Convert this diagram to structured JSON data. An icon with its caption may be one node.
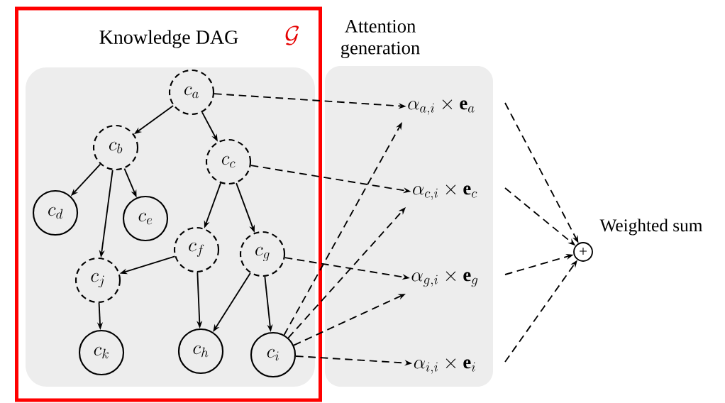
{
  "diagram": {
    "nodes": [
      {
        "text": [
          "Knowledge DAG",
          "\\mathcal{G}"
        ]
      },
      {
        "text": [],
        "shape": "box",
        "in": 0
      },
      {
        "text": [
          "c_{a}"
        ],
        "in": 1
      },
      {
        "text": [
          "c_{b}"
        ],
        "in": 1
      },
      {
        "text": [
          "c_{c}"
        ],
        "in": 1
      },
      {
        "text": [
          "c_{d}"
        ],
        "in": 1
      },
      {
        "text": [
          "c_{e}"
        ],
        "in": 1
      },
      {
        "text": [
          "c_{f}"
        ],
        "in": 1
      },
      {
        "text": [
          "c_{g}"
        ],
        "in": 1
      },
      {
        "text": [
          "c_{j}"
        ],
        "in": 1
      },
      {
        "text": [
          "c_{k}"
        ],
        "in": 1
      },
      {
        "text": [
          "c_{h}"
        ],
        "in": 1
      },
      {
        "text": [
          "c_{i}"
        ],
        "in": 1
      },
      {
        "text": [
          "Attention generation"
        ]
      },
      {
        "text": [
          "\\alpha_{a,i} \\times \\mathbf{e}_{a}"
        ],
        "in": 13
      },
      {
        "text": [
          "\\alpha_{c,i} \\times \\mathbf{e}_{c}"
        ],
        "in": 13
      },
      {
        "text": [
          "\\alpha_{g,i} \\times \\mathbf{e}_{g}"
        ],
        "in": 13
      },
      {
        "text": [
          "\\alpha_{i,i} \\times \\mathbf{e}_{i}"
        ],
        "in": 13
      },
      {
        "text": [
          "+"
        ],
        "beside": [
          "Weighted sum"
        ]
      }
    ],
    "edges": [
      {
        "from": 2,
        "to": 3,
        "arrow": "to"
      },
      {
        "from": 2,
        "to": 4,
        "arrow": "to"
      },
      {
        "from": 3,
        "to": 5,
        "arrow": "to"
      },
      {
        "from": 3,
        "to": 6,
        "arrow": "to"
      },
      {
        "from": 3,
        "to": 9,
        "arrow": "to"
      },
      {
        "from": 4,
        "to": 7,
        "arrow": "to"
      },
      {
        "from": 4,
        "to": 8,
        "arrow": "to"
      },
      {
        "from": 7,
        "to": 9,
        "arrow": "to"
      },
      {
        "from": 7,
        "to": 11,
        "arrow": "to"
      },
      {
        "from": 8,
        "to": 11,
        "arrow": "to"
      },
      {
        "from": 8,
        "to": 12,
        "arrow": "to"
      },
      {
        "from": 9,
        "to": 10,
        "arrow": "to"
      },
      {
        "from": 2,
        "to": 14,
        "arrow": "to",
        "style": "dashed"
      },
      {
        "from": 4,
        "to": 15,
        "arrow": "to",
        "style": "dashed"
      },
      {
        "from": 8,
        "to": 16,
        "arrow": "to",
        "style": "dashed"
      },
      {
        "from": 12,
        "to": 17,
        "arrow": "to",
        "style": "dashed"
      },
      {
        "from": 12,
        "to": 14,
        "arrow": "to",
        "style": "dashed"
      },
      {
        "from": 12,
        "to": 15,
        "arrow": "to",
        "style": "dashed"
      },
      {
        "from": 12,
        "to": 16,
        "arrow": "to",
        "style": "dashed"
      },
      {
        "from": 14,
        "to": 18,
        "arrow": "to",
        "style": "dashed"
      },
      {
        "from": 15,
        "to": 18,
        "arrow": "to",
        "style": "dashed"
      },
      {
        "from": 16,
        "to": 18,
        "arrow": "to",
        "style": "dashed"
      },
      {
        "from": 17,
        "to": 18,
        "arrow": "to",
        "style": "dashed"
      }
    ]
  }
}
